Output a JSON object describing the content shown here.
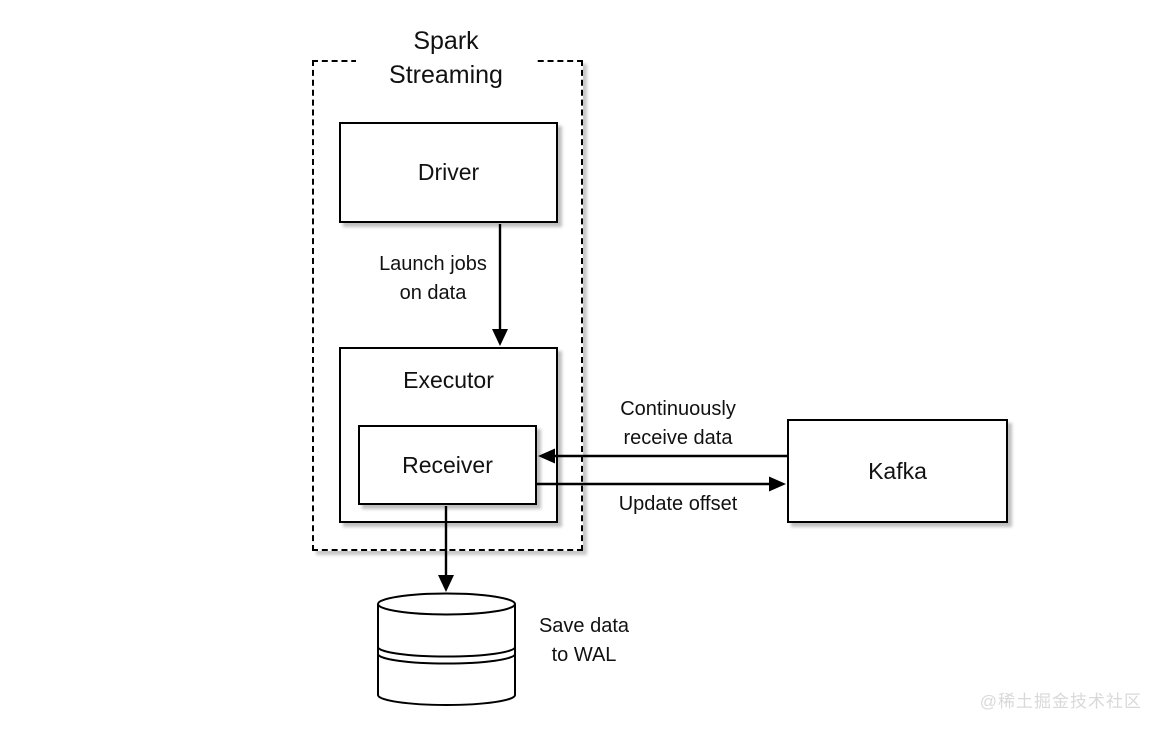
{
  "diagram": {
    "group": {
      "title": "Spark Streaming"
    },
    "nodes": {
      "driver": "Driver",
      "executor": "Executor",
      "receiver": "Receiver",
      "kafka": "Kafka"
    },
    "edge_labels": {
      "launch_jobs": "Launch jobs on data",
      "receive_data": "Continuously receive data",
      "update_offset": "Update offset",
      "save_wal": "Save data to WAL"
    },
    "colors": {
      "line": "#000000",
      "text": "#111111",
      "background": "#ffffff",
      "watermark": "#d9d9d9"
    }
  },
  "watermark": "@稀土掘金技术社区"
}
